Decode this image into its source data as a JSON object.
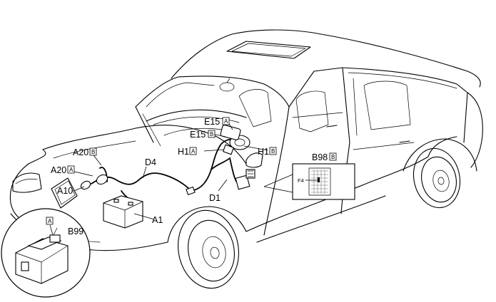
{
  "labels": {
    "e15a": {
      "code": "E15",
      "badge": "A"
    },
    "e15b": {
      "code": "E15",
      "badge": "B"
    },
    "h1a": {
      "code": "H1",
      "badge": "A"
    },
    "h1b": {
      "code": "H1",
      "badge": "B"
    },
    "b98b": {
      "code": "B98",
      "badge": "B"
    },
    "a20b": {
      "code": "A20",
      "badge": "B"
    },
    "a20a": {
      "code": "A20",
      "badge": "A"
    },
    "a10": {
      "code": "A10"
    },
    "d4": {
      "code": "D4"
    },
    "d1": {
      "code": "D1"
    },
    "a1": {
      "code": "A1"
    },
    "b99": {
      "code": "B99"
    },
    "inset_a": {
      "badge": "A"
    },
    "f4": {
      "code": "F4"
    }
  }
}
